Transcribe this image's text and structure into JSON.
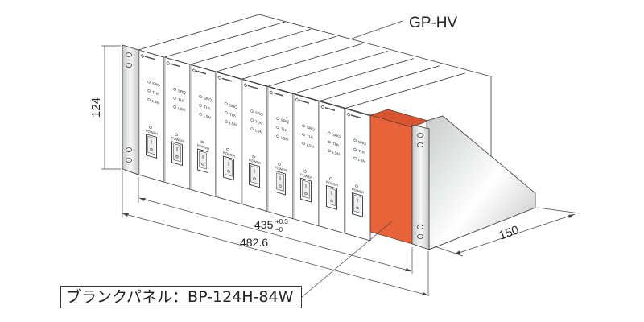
{
  "product_label": "GP-HV",
  "dimensions": {
    "height": "124",
    "inner_width": "435",
    "inner_tol_plus": "+0.3",
    "inner_tol_minus": "−0",
    "outer_width": "482.6",
    "depth": "150"
  },
  "blank_panel_label": "ブランクパネル：BP-124H-84W",
  "module": {
    "count": 9,
    "leds": [
      "SRQ",
      "TLK",
      "LSN"
    ],
    "power_label": "POWER"
  },
  "colors": {
    "blank_panel": "#e8623a",
    "module_face": "#ffffff",
    "outline": "#333333"
  }
}
